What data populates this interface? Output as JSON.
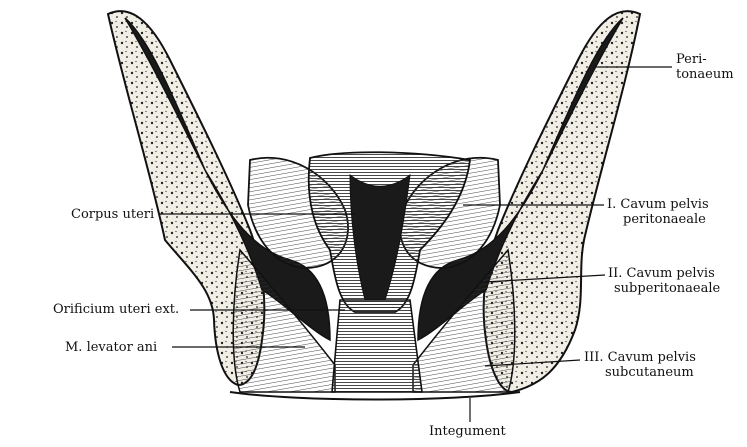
{
  "labels": {
    "peritonaeum": "Peri-\ntonaeum",
    "corpus_uteri": "Corpus uteri",
    "orificium": "Orificium uteri ext.",
    "levator": "M. levator ani",
    "cavum1_line1": "I. Cavum pelvis",
    "cavum1_line2": "peritonaeale",
    "cavum2_line1": "II. Cavum pelvis",
    "cavum2_line2": "subperitonaeale",
    "cavum3_line1": "III. Cavum pelvis",
    "cavum3_line2": "subcutaneum",
    "integument": "Integument"
  },
  "colors": {
    "ink": "#111111",
    "bone": "#ece9e0",
    "dark": "#1a1a1a",
    "tissue": "#cfcac0",
    "paper": "#ffffff"
  }
}
